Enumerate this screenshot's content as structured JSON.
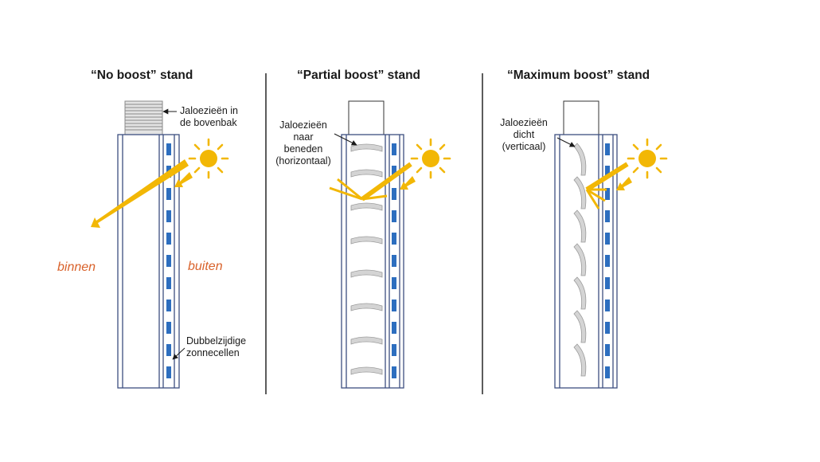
{
  "colors": {
    "frame": "#3d4f80",
    "solar_cell": "#2d6ebf",
    "sun": "#f2b705",
    "slat": "#d4d4d4",
    "slat_edge": "#9a9a9a",
    "divider": "#333333",
    "side_label": "#d9622b",
    "text": "#1a1a1a"
  },
  "panels": [
    {
      "title": "“No boost” stand",
      "blinds_state": "stowed in top box",
      "labels": {
        "blinds": [
          "Jaloezieën in",
          "de bovenbak"
        ],
        "inside": "binnen",
        "outside": "buiten",
        "cells": [
          "Dubbelzijdige",
          "zonnecellen"
        ]
      }
    },
    {
      "title": "“Partial boost” stand",
      "blinds_state": "lowered, horizontal",
      "labels": {
        "blinds": [
          "Jaloezieën",
          "naar",
          "beneden",
          "(horizontaal)"
        ]
      }
    },
    {
      "title": "“Maximum boost” stand",
      "blinds_state": "closed, vertical",
      "labels": {
        "blinds": [
          "Jaloezieën",
          "dicht",
          "(verticaal)"
        ]
      }
    }
  ],
  "icons": [
    "sun-icon",
    "light-ray-arrow-icon"
  ]
}
